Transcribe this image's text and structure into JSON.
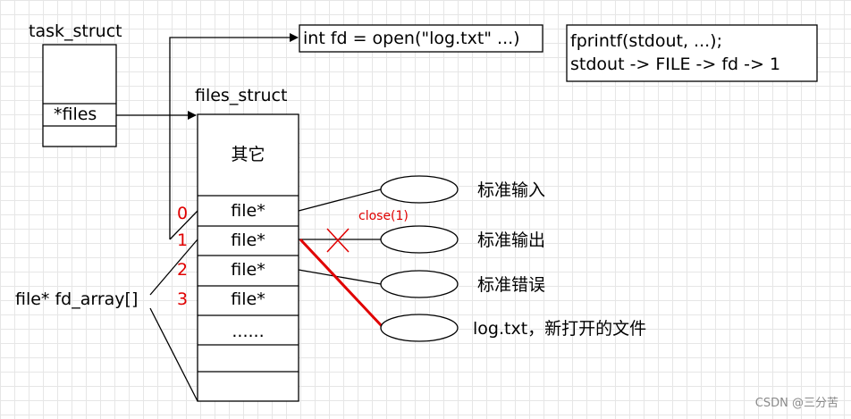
{
  "task_struct": {
    "title": "task_struct",
    "files_field": "*files"
  },
  "files_struct": {
    "title": "files_struct",
    "other": "其它",
    "slots": [
      "file*",
      "file*",
      "file*",
      "file*"
    ],
    "ellipsis": "......",
    "indices": [
      "0",
      "1",
      "2",
      "3"
    ]
  },
  "fd_array_label": "file* fd_array[]",
  "open_call": "int fd = open(\"log.txt\" ...)",
  "fprintf_box": {
    "line1": "fprintf(stdout, ...);",
    "line2": "stdout -> FILE -> fd -> 1"
  },
  "close_label": "close(1)",
  "targets": [
    "标准输入",
    "标准输出",
    "标准错误",
    "log.txt，新打开的文件"
  ],
  "watermark": "CSDN @三分苦",
  "colors": {
    "highlight": "#e00000",
    "stroke": "#000000"
  }
}
